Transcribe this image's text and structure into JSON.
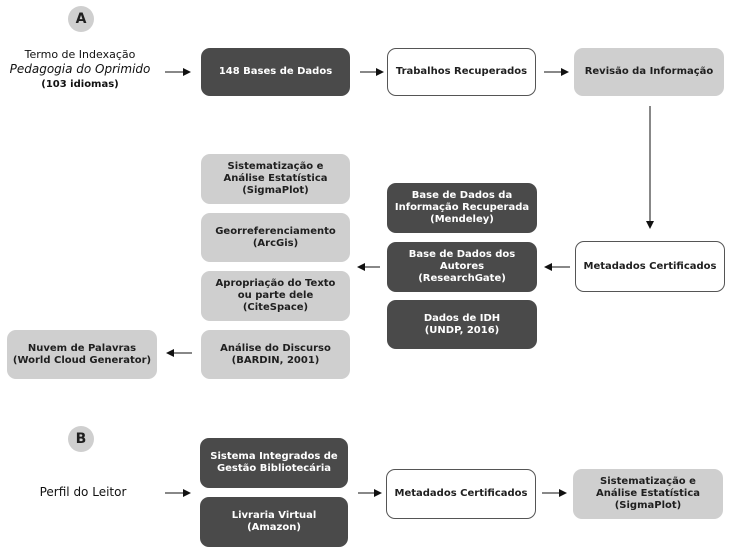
{
  "section_a": {
    "badge": "A",
    "input_label": {
      "line1": "Termo de Indexação",
      "line2": "Pedagogia do Oprimido",
      "line3": "(103 idiomas)"
    },
    "bases": "148 Bases  de Dados",
    "trabalhos": "Trabalhos Recuperados",
    "revisao": "Revisão da Informação",
    "metadados": "Metadados Certificados",
    "db_info": [
      "Base de Dados da",
      "Informação Recuperada",
      "(Mendeley)"
    ],
    "db_autores": [
      "Base de Dados dos",
      "Autores",
      "(ResearchGate)"
    ],
    "db_idh": [
      "Dados de IDH",
      "(UNDP, 2016)"
    ],
    "sistematizacao": [
      "Sistematização e",
      "Análise Estatística",
      "(SigmaPlot)"
    ],
    "georref": [
      "Georreferenciamento",
      "(ArcGis)"
    ],
    "apropriacao": [
      "Apropriação do Texto",
      "ou parte dele",
      "(CiteSpace)"
    ],
    "analise": [
      "Análise do Discurso",
      "(BARDIN, 2001)"
    ],
    "nuvem": [
      "Nuvem de Palavras",
      "(World Cloud Generator)"
    ]
  },
  "section_b": {
    "badge": "B",
    "input_label": "Perfil do Leitor",
    "sistema": [
      "Sistema Integrados de",
      "Gestão Bibliotecária"
    ],
    "livraria": [
      "Livraria Virtual",
      "(Amazon)"
    ],
    "metadados": "Metadados Certificados",
    "sistematizacao": [
      "Sistematização e",
      "Análise Estatística",
      "(SigmaPlot)"
    ]
  }
}
